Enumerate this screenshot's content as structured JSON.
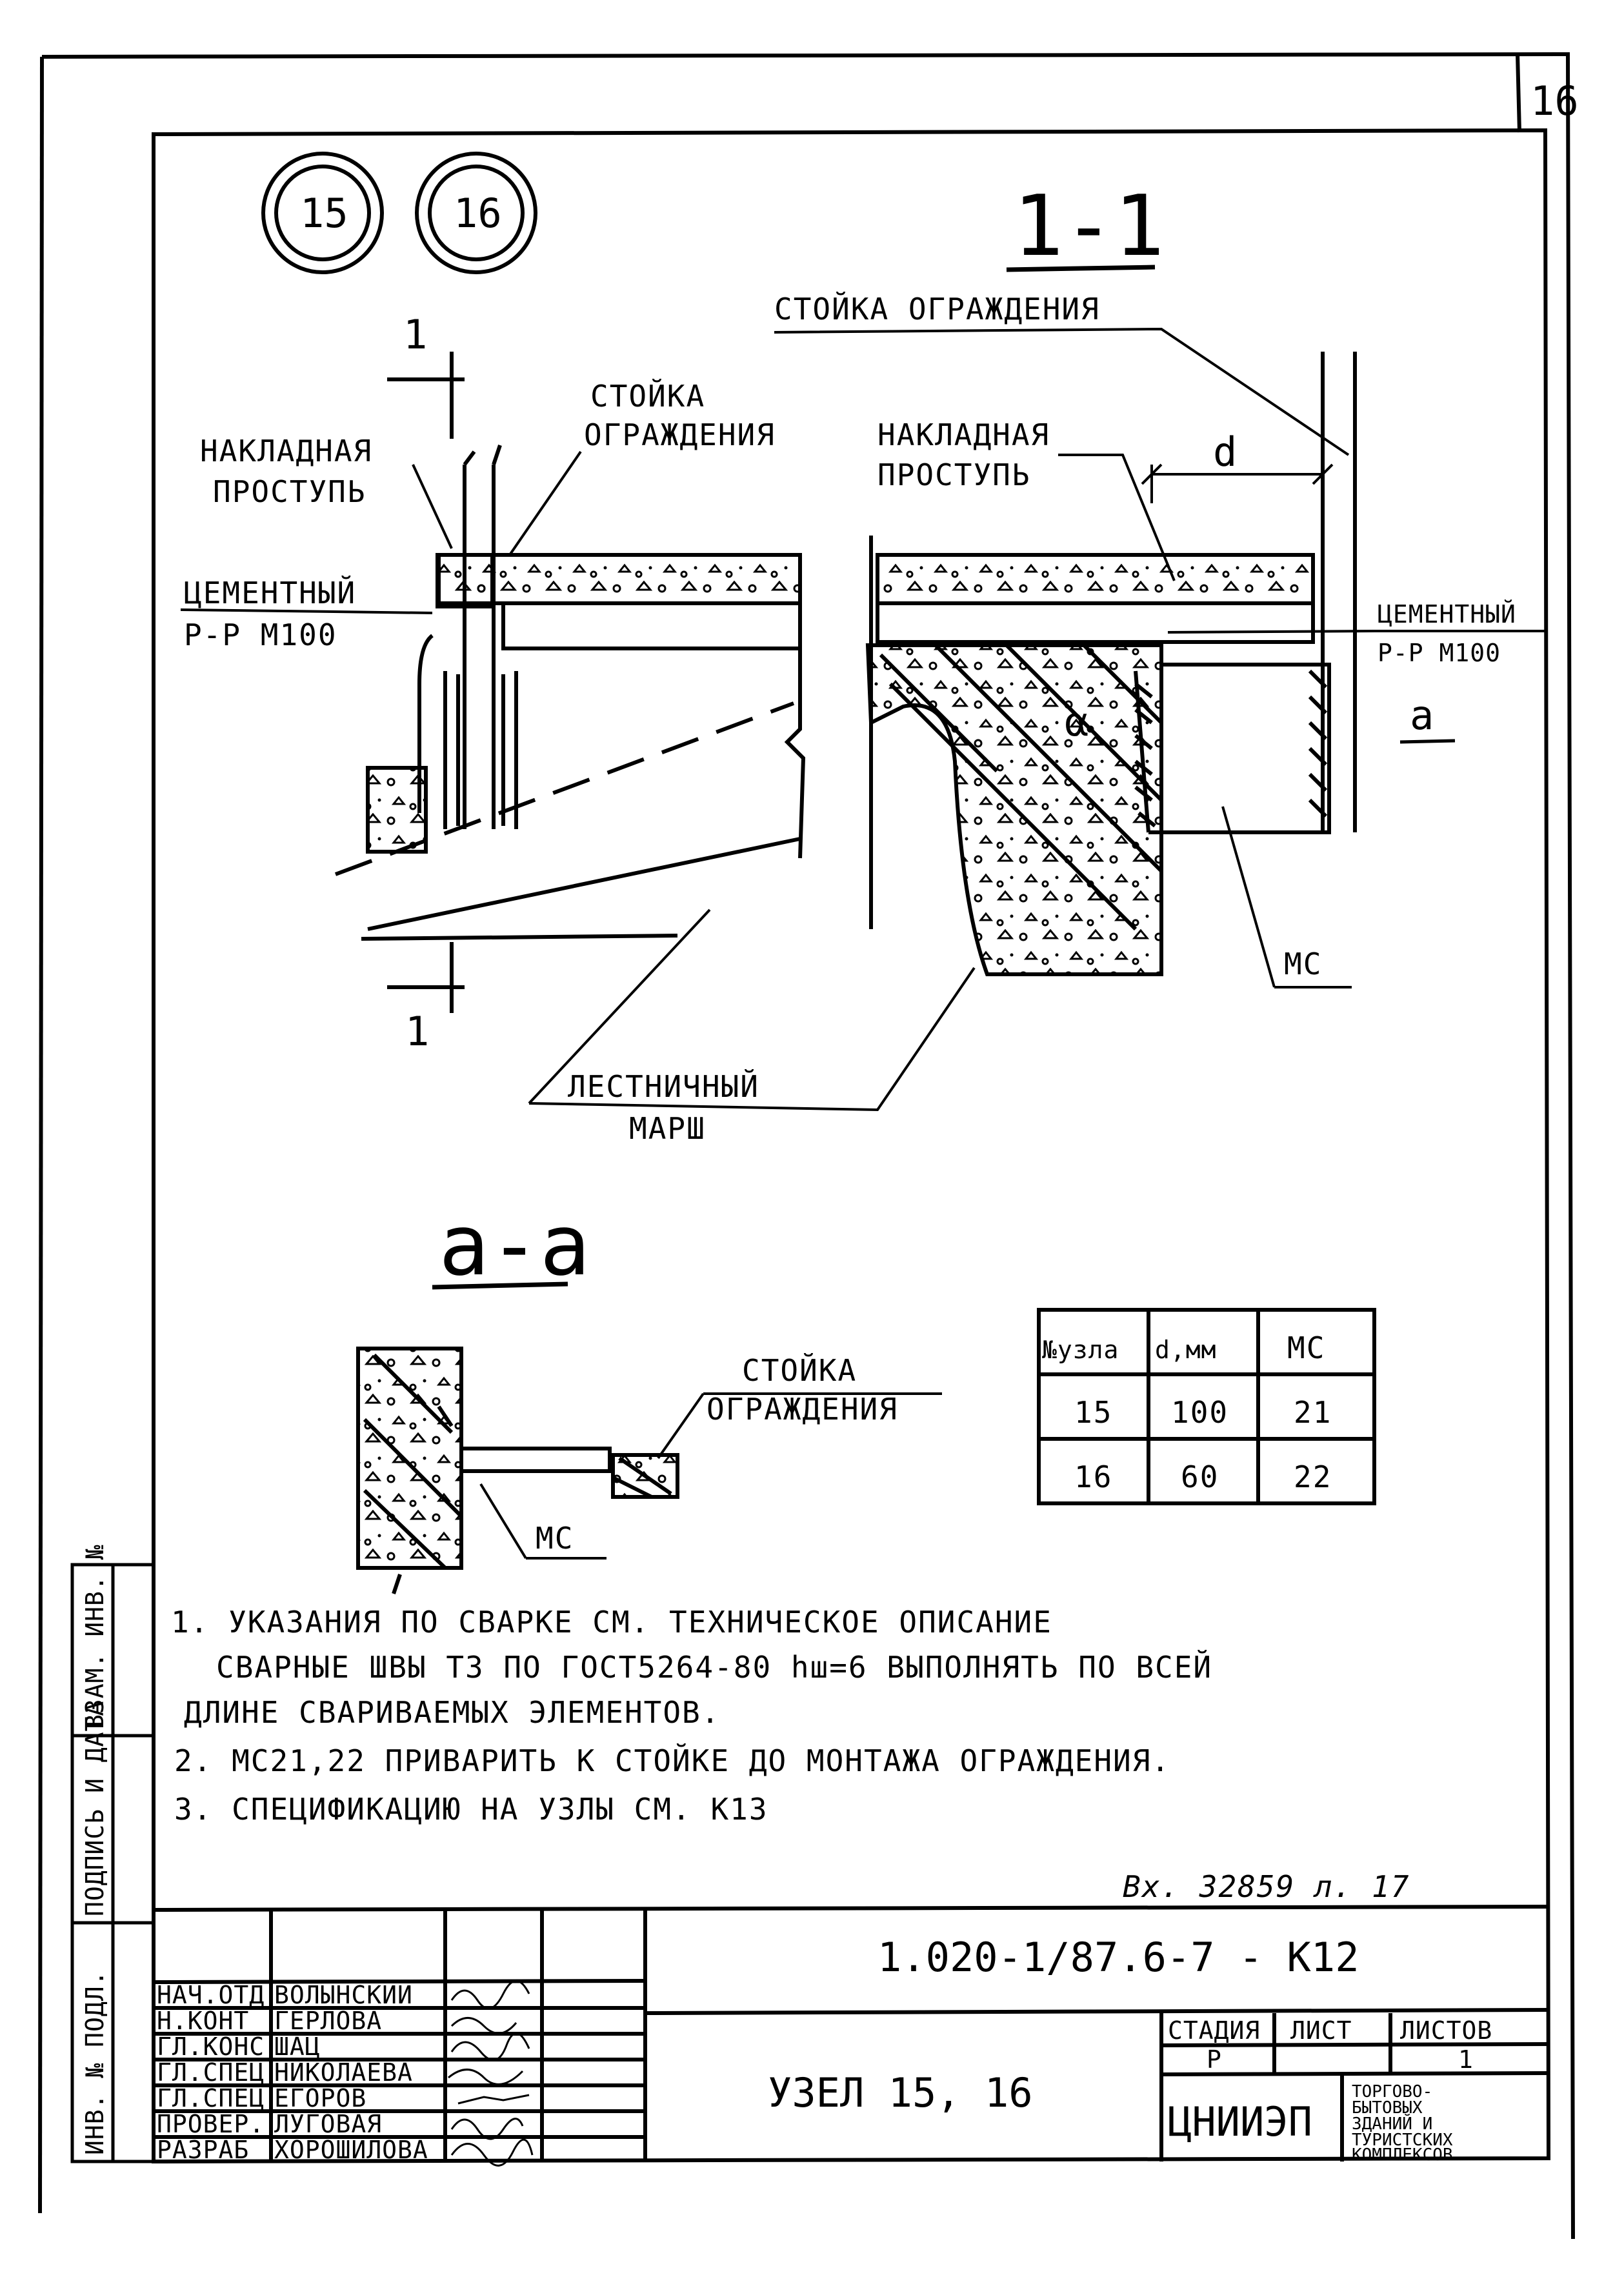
{
  "sheet_number": "16",
  "node_marks": [
    "15",
    "16"
  ],
  "section_1_1": {
    "title": "1-1",
    "cut_mark": "1",
    "labels": {
      "post_top": "СТОЙКА ОГРАЖДЕНИЯ",
      "post_left_1": "СТОЙКА",
      "post_left_2": "ОГРАЖДЕНИЯ",
      "tread_left_1": "НАКЛАДНАЯ",
      "tread_left_2": "ПРОСТУПЬ",
      "tread_right_1": "НАКЛАДНАЯ",
      "tread_right_2": "ПРОСТУПЬ",
      "mortar_left_1": "ЦЕМЕНТНЫЙ",
      "mortar_left_2": "Р-Р М100",
      "mortar_right_1": "ЦЕМЕНТНЫЙ",
      "mortar_right_2": "Р-Р М100",
      "dim_d": "d",
      "alpha": "α",
      "section_a": "a",
      "mc": "МС",
      "stair_1": "ЛЕСТНИЧНЫЙ",
      "stair_2": "МАРШ"
    }
  },
  "section_a_a": {
    "title": "a-a",
    "post_1": "СТОЙКА",
    "post_2": "ОГРАЖДЕНИЯ",
    "mc": "МС"
  },
  "table": {
    "headers": [
      "№узла",
      "d,мм",
      "МС"
    ],
    "rows": [
      [
        "15",
        "100",
        "21"
      ],
      [
        "16",
        "60",
        "22"
      ]
    ]
  },
  "notes": [
    "1. УКАЗАНИЯ ПО СВАРКЕ СМ. ТЕХНИЧЕСКОЕ ОПИСАНИЕ",
    "СВАРНЫЕ ШВЫ Т3 ПО ГОСТ5264-80 hш=6 ВЫПОЛНЯТЬ ПО ВСЕЙ",
    "ДЛИНЕ СВАРИВАЕМЫХ ЭЛЕМЕНТОВ.",
    "2. МС21,22 ПРИВАРИТЬ К СТОЙКЕ ДО МОНТАЖА ОГРАЖДЕНИЯ.",
    "3. СПЕЦИФИКАЦИЮ НА УЗЛЫ СМ. К13"
  ],
  "inventory_note": "Вх. 32859 л. 17",
  "stamp": {
    "doc_code": "1.020-1/87.6-7 - К12",
    "title": "УЗЕЛ 15, 16",
    "roles": [
      {
        "role": "НАЧ.ОТД",
        "name": "ВОЛЫНСКИЙ"
      },
      {
        "role": "Н.КОНТ",
        "name": "ГЕРЛОВА"
      },
      {
        "role": "ГЛ.КОНС",
        "name": "ШАЦ"
      },
      {
        "role": "ГЛ.СПЕЦ",
        "name": "НИКОЛАЕВА"
      },
      {
        "role": "ГЛ.СПЕЦ",
        "name": "ЕГОРОВ"
      },
      {
        "role": "ПРОВЕР.",
        "name": "ЛУГОВАЯ"
      },
      {
        "role": "РАЗРАБ",
        "name": "ХОРОШИЛОВА"
      }
    ],
    "stage_header": "СТАДИЯ",
    "sheet_header": "ЛИСТ",
    "sheets_header": "ЛИСТОВ",
    "stage": "Р",
    "sheet": "",
    "sheets": "1",
    "org": "ЦНИИЭП",
    "org_desc": [
      "ТОРГОВО-",
      "БЫТОВЫХ",
      "ЗДАНИЙ И",
      "ТУРИСТСКИХ",
      "КОМПЛЕКСОВ"
    ]
  },
  "side_stamp": [
    "ИНВ. № ПОДЛ.",
    "ПОДПИСЬ И ДАТА",
    "ВЗАМ. ИНВ. №"
  ]
}
